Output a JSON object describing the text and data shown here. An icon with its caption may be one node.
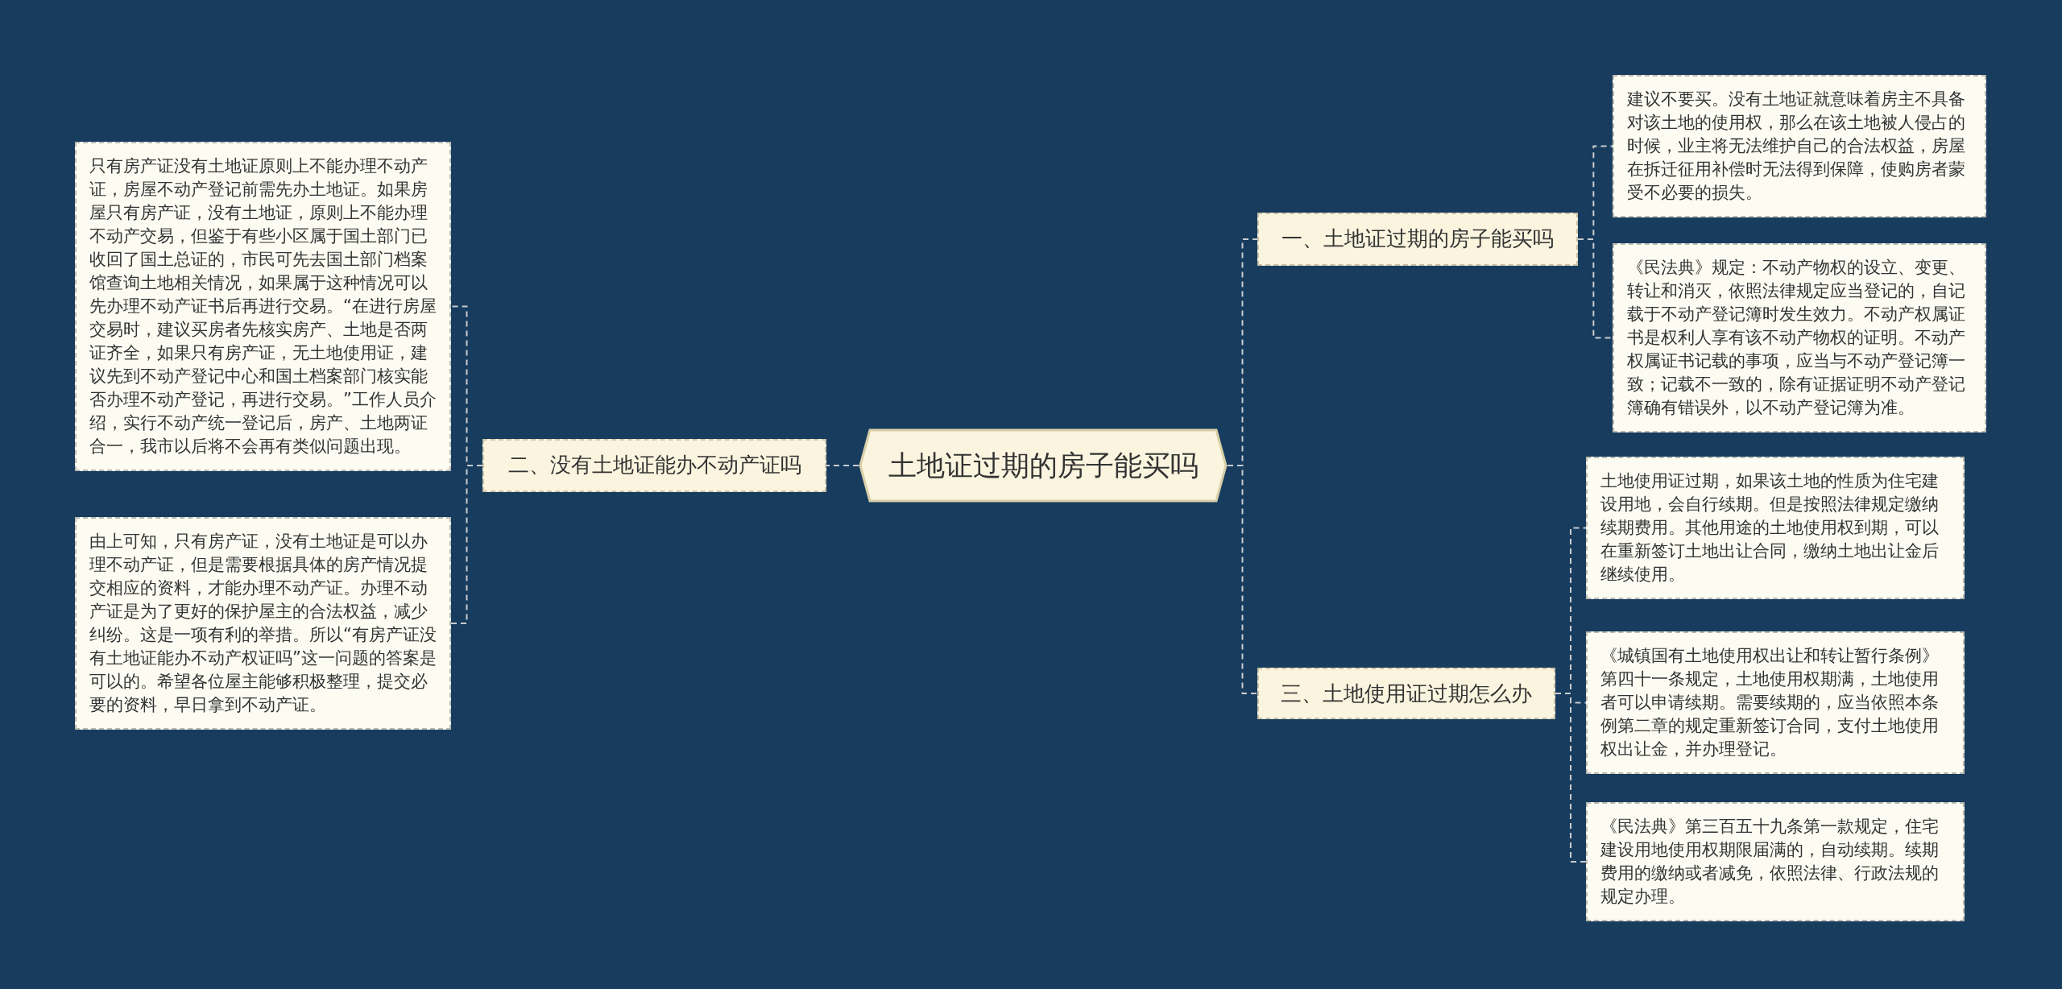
{
  "diagram": {
    "nodes": [
      {
        "text": [
          "土地证过期的房子能买吗"
        ]
      },
      {
        "text": [
          "二、没有土地证能办不动产证吗"
        ]
      },
      {
        "text": [
          "只有房产证没有土地证原则上不能办理不动产证，房屋不动产登记前需先办土地证。如果房屋只有房产证，没有土地证，原则上不能办理不动产交易，但鉴于有些小区属于国土部门已收回了国土总证的，市民可先去国土部门档案馆查询土地相关情况，如果属于这种情况可以先办理不动产证书后再进行交易。“在进行房屋交易时，建议买房者先核实房产、土地是否两证齐全，如果只有房产证，无土地使用证，建议先到不动产登记中心和国土档案部门核实能否办理不动产登记，再进行交易。”工作人员介绍，实行不动产统一登记后，房产、土地两证合一，我市以后将不会再有类似问题出现。"
        ]
      },
      {
        "text": [
          "由上可知，只有房产证，没有土地证是可以办理不动产证，但是需要根据具体的房产情况提交相应的资料，才能办理不动产证。办理不动产证是为了更好的保护屋主的合法权益，减少纠纷。这是一项有利的举措。所以“有房产证没有土地证能办不动产权证吗”这一问题的答案是可以的。希望各位屋主能够积极整理，提交必要的资料，早日拿到不动产证。"
        ]
      },
      {
        "text": [
          "一、土地证过期的房子能买吗"
        ]
      },
      {
        "text": [
          "建议不要买。没有土地证就意味着房主不具备对该土地的使用权，那么在该土地被人侵占的时候，业主将无法维护自己的合法权益，房屋在拆迁征用补偿时无法得到保障，使购房者蒙受不必要的损失。"
        ]
      },
      {
        "text": [
          "《民法典》规定：不动产物权的设立、变更、转让和消灭，依照法律规定应当登记的，自记载于不动产登记簿时发生效力。不动产权属证书是权利人享有该不动产物权的证明。不动产权属证书记载的事项，应当与不动产登记簿一致；记载不一致的，除有证据证明不动产登记簿确有错误外，以不动产登记簿为准。"
        ]
      },
      {
        "text": [
          "三、土地使用证过期怎么办"
        ]
      },
      {
        "text": [
          "土地使用证过期，如果该土地的性质为住宅建设用地，会自行续期。但是按照法律规定缴纳续期费用。其他用途的土地使用权到期，可以在重新签订土地出让合同，缴纳土地出让金后继续使用。"
        ]
      },
      {
        "text": [
          "《城镇国有土地使用权出让和转让暂行条例》第四十一条规定，土地使用权期满，土地使用者可以申请续期。需要续期的，应当依照本条例第二章的规定重新签订合同，支付土地使用权出让金，并办理登记。"
        ]
      },
      {
        "text": [
          "《民法典》第三百五十九条第一款规定，住宅建设用地使用权期限届满的，自动续期。续期费用的缴纳或者减免，依照法律、行政法规的规定办理。"
        ]
      }
    ],
    "edges": [
      {
        "from": 0,
        "to": 1,
        "arrow": "none",
        "style": "dashed"
      },
      {
        "from": 1,
        "to": 2,
        "arrow": "none",
        "style": "dashed"
      },
      {
        "from": 1,
        "to": 3,
        "arrow": "none",
        "style": "dashed"
      },
      {
        "from": 0,
        "to": 4,
        "arrow": "none",
        "style": "dashed"
      },
      {
        "from": 4,
        "to": 5,
        "arrow": "none",
        "style": "dashed"
      },
      {
        "from": 4,
        "to": 6,
        "arrow": "none",
        "style": "dashed"
      },
      {
        "from": 0,
        "to": 7,
        "arrow": "none",
        "style": "dashed"
      },
      {
        "from": 7,
        "to": 8,
        "arrow": "none",
        "style": "dashed"
      },
      {
        "from": 7,
        "to": 9,
        "arrow": "none",
        "style": "dashed"
      },
      {
        "from": 7,
        "to": 10,
        "arrow": "none",
        "style": "dashed"
      }
    ]
  }
}
